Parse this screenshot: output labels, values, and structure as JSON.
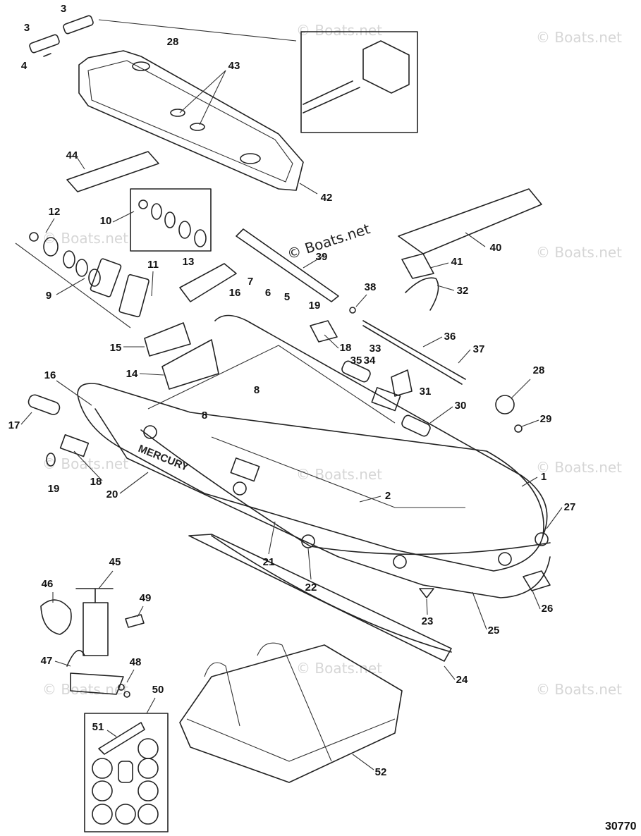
{
  "watermark": {
    "text": "© Boats.net"
  },
  "figure_number": "30770",
  "brand_text": "MERCURY",
  "callouts": [
    "1",
    "2",
    "3",
    "4",
    "5",
    "6",
    "7",
    "8",
    "9",
    "10",
    "11",
    "12",
    "13",
    "14",
    "15",
    "16",
    "17",
    "18",
    "19",
    "20",
    "21",
    "22",
    "23",
    "24",
    "25",
    "26",
    "27",
    "28",
    "29",
    "30",
    "31",
    "32",
    "33",
    "34",
    "35",
    "36",
    "37",
    "38",
    "39",
    "40",
    "41",
    "42",
    "43",
    "44",
    "45",
    "46",
    "47",
    "48",
    "49",
    "50",
    "51",
    "52"
  ],
  "colors": {
    "line": "#222222",
    "watermark": "#d6d6d6",
    "background": "#ffffff"
  }
}
